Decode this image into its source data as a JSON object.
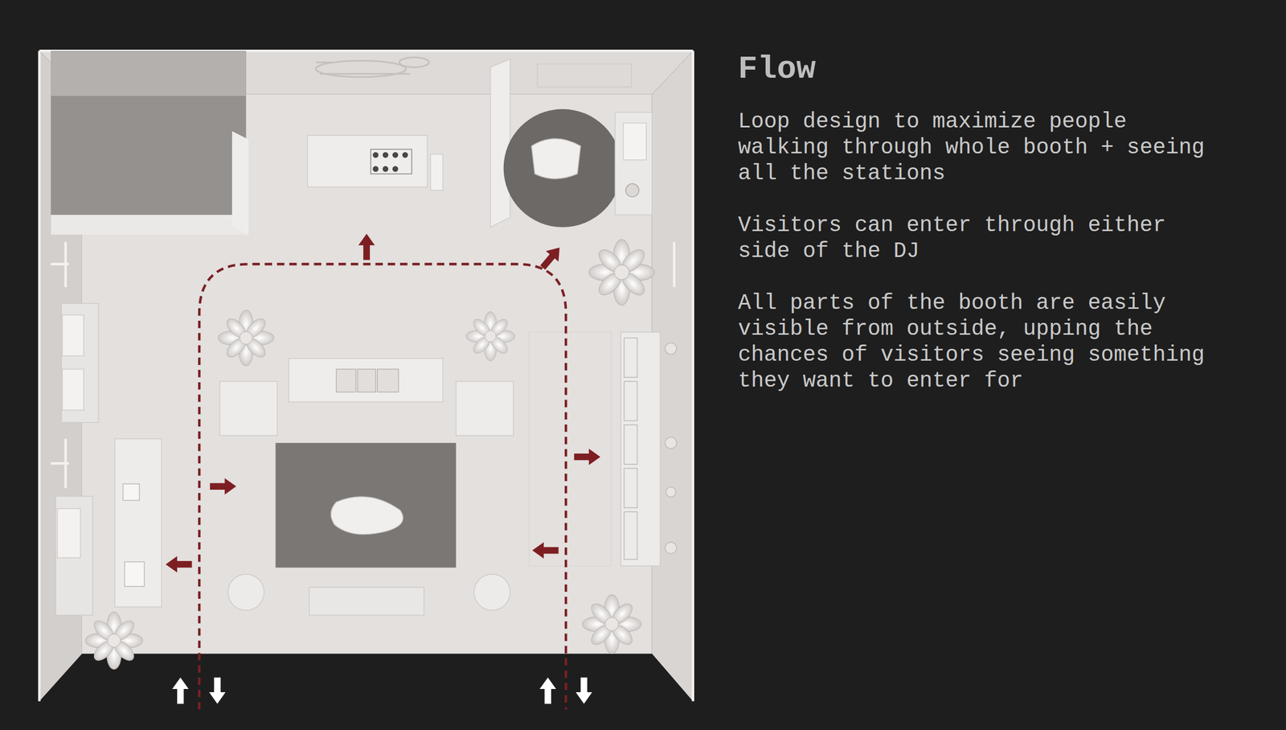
{
  "diagram": {
    "title": "Flow",
    "labels": [
      "Loop design to maximize people walking through whole booth + seeing all the stations",
      "Visitors can enter through either side of the DJ",
      "All parts of the booth are easily visible from outside, upping the chances of visitors seeing something they want to enter for"
    ]
  }
}
